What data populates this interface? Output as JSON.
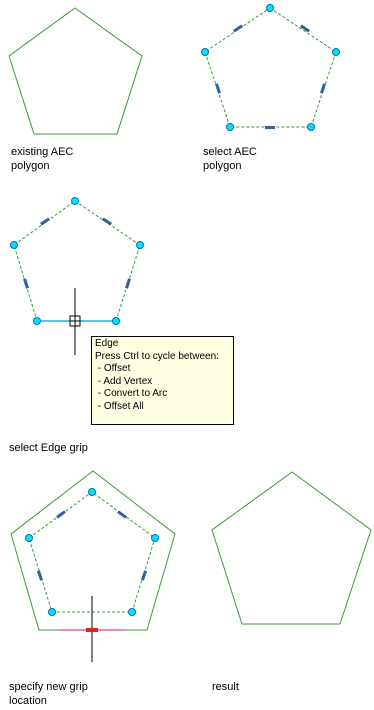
{
  "colors": {
    "outline": "#3a9a3a",
    "grip_fill": "#00e5ff",
    "grip_stroke": "#0070a8",
    "edge_grip": "#3060a0",
    "selected_edge": "#1ab0e8",
    "new_edge": "#e060b0",
    "new_grip": "#e02020",
    "crosshair": "#000000",
    "tooltip_bg": "#ffffe1"
  },
  "captions": {
    "panel1": "existing AEC\npolygon",
    "panel2": "select AEC\npolygon",
    "panel3": "select Edge grip",
    "panel4": "specify new grip\nlocation",
    "panel5": "result"
  },
  "tooltip": {
    "title": "Edge",
    "intro": "Press Ctrl to cycle between:",
    "options": [
      " - Offset",
      " - Add Vertex",
      " - Convert to Arc",
      " - Offset All"
    ]
  }
}
